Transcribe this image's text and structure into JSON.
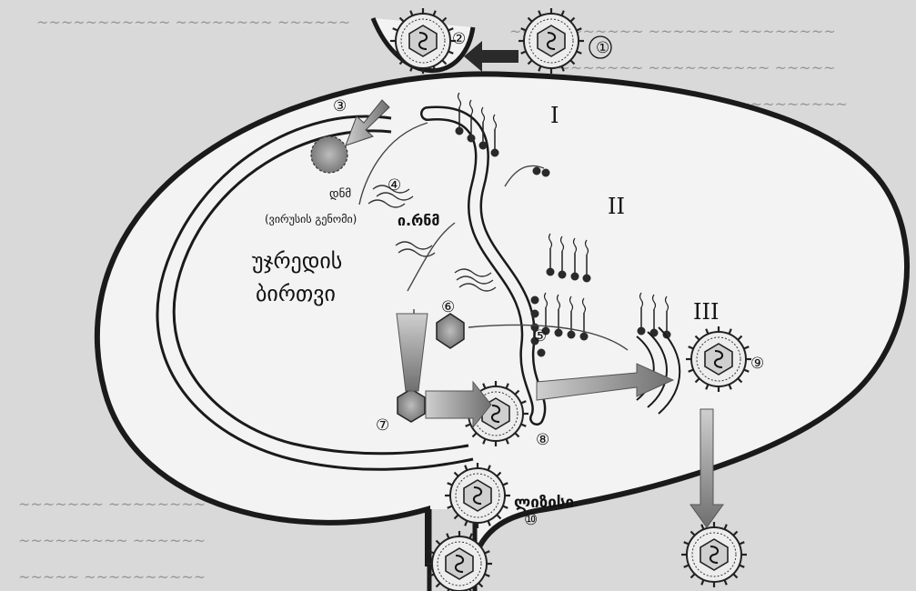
{
  "labels": {
    "nucleus_line1": "უჯრედის",
    "nucleus_line2": "ბირთვი",
    "dna": "დნმ",
    "viral_genome": "(ვირუსის გენომი)",
    "mrna": "ი.რნმ",
    "lysis": "ლიზისი"
  },
  "steps": [
    "①",
    "②",
    "③",
    "④",
    "⑤",
    "⑥",
    "⑦",
    "⑧",
    "⑨",
    "⑩"
  ],
  "stages": [
    "I",
    "II",
    "III"
  ],
  "colors": {
    "page_background": "#d9d9d9",
    "cell_fill": "#f3f3f3",
    "cell_outline": "#1a1a1a",
    "arrow_fill": "#8a8a8a",
    "background_text": "#5a5a5a"
  }
}
